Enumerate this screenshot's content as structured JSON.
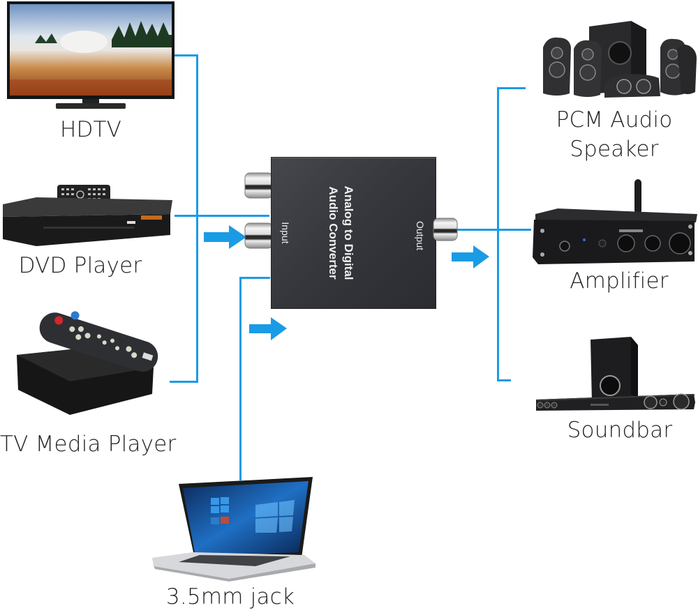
{
  "diagram": {
    "title": "Analog to Digital Audio Converter connection diagram",
    "accent_color": "#1a9be6",
    "converter": {
      "title_line1": "Analog to Digital",
      "title_line2": "Audio Converter",
      "input_label": "Input",
      "output_label": "Output",
      "body_color": "#3a3c42"
    },
    "sources": [
      {
        "id": "hdtv",
        "label": "HDTV",
        "icon": "tv-icon"
      },
      {
        "id": "dvd",
        "label": "DVD Player",
        "icon": "dvd-player-icon"
      },
      {
        "id": "media",
        "label": "TV Media Player",
        "icon": "media-player-icon"
      },
      {
        "id": "laptop",
        "label": "3.5mm jack",
        "icon": "laptop-icon"
      }
    ],
    "outputs": [
      {
        "id": "speaker",
        "label_line1": "PCM Audio",
        "label_line2": "Speaker",
        "icon": "speaker-system-icon"
      },
      {
        "id": "amp",
        "label": "Amplifier",
        "icon": "amplifier-icon"
      },
      {
        "id": "soundbar",
        "label": "Soundbar",
        "icon": "soundbar-icon"
      }
    ]
  }
}
